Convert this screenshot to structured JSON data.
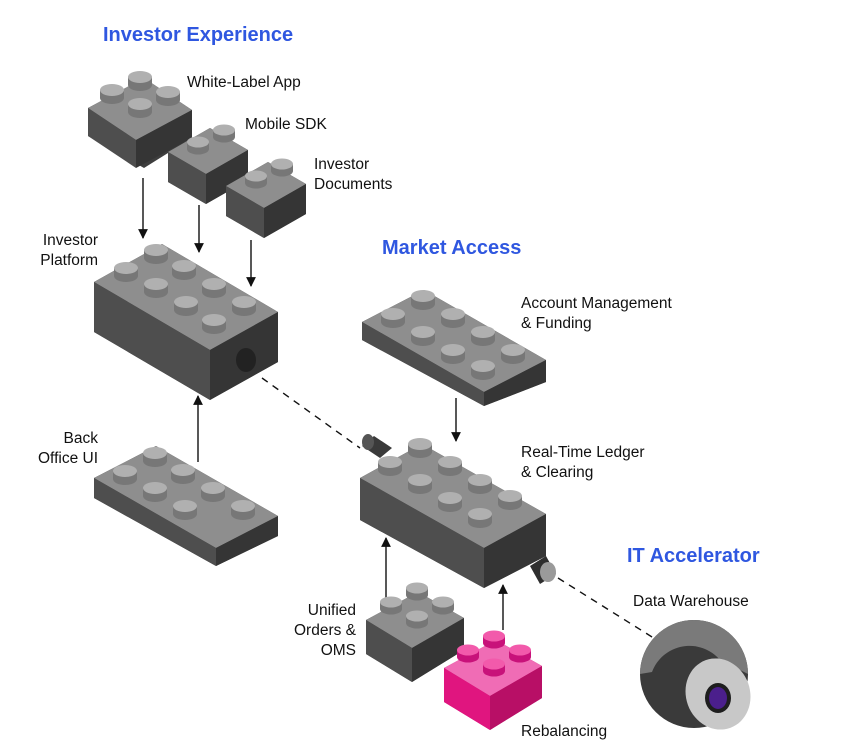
{
  "sections": {
    "investor_experience": "Investor Experience",
    "market_access": "Market Access",
    "it_accelerator": "IT Accelerator"
  },
  "components": {
    "white_label_app": "White-Label App",
    "mobile_sdk": "Mobile SDK",
    "investor_documents": [
      "Investor",
      "Documents"
    ],
    "investor_platform": [
      "Investor",
      "Platform"
    ],
    "back_office_ui": [
      "Back",
      "Office UI"
    ],
    "account_management": [
      "Account Management",
      "& Funding"
    ],
    "real_time_ledger": [
      "Real-Time Ledger",
      "& Clearing"
    ],
    "unified_orders": [
      "Unified",
      "Orders &",
      "OMS"
    ],
    "rebalancing": "Rebalancing",
    "data_warehouse": "Data Warehouse"
  },
  "colors": {
    "accent": "#2f57e0",
    "brick_top": "#9a9a9a",
    "brick_left": "#4a4a4a",
    "brick_right": "#3a3a3a",
    "highlight_top": "#f06cb5",
    "highlight_left": "#e0157f",
    "highlight_right": "#b80f66",
    "warehouse_core": "#4b1f8c"
  }
}
